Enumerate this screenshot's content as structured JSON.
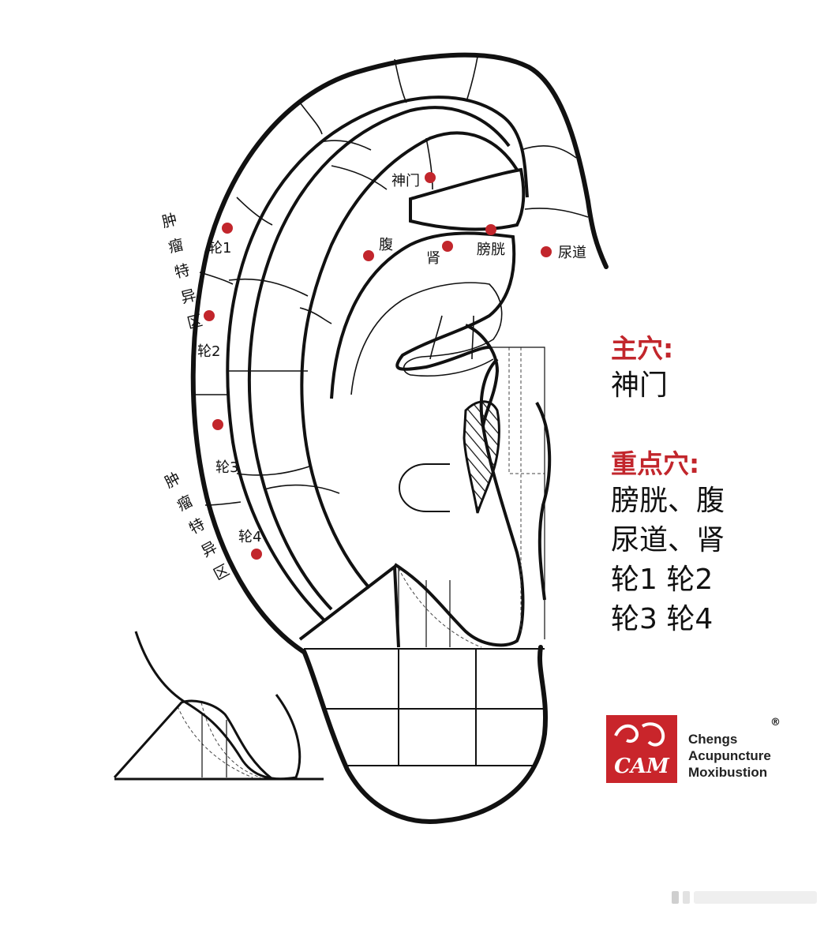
{
  "acupoints": [
    {
      "id": "shenmen",
      "label": "神门"
    },
    {
      "id": "fu",
      "label": "腹"
    },
    {
      "id": "shen",
      "label": "肾"
    },
    {
      "id": "pangguang",
      "label": "膀胱"
    },
    {
      "id": "niaodao",
      "label": "尿道"
    },
    {
      "id": "lun1",
      "label": "轮1"
    },
    {
      "id": "lun2",
      "label": "轮2"
    },
    {
      "id": "lun3",
      "label": "轮3"
    },
    {
      "id": "lun4",
      "label": "轮4"
    }
  ],
  "side_labels": {
    "upper": [
      "肿",
      "瘤",
      "特",
      "异",
      "区"
    ],
    "lower": [
      "肿",
      "瘤",
      "特",
      "异",
      "区"
    ]
  },
  "legend": {
    "main_heading": "主穴:",
    "main_points": "神门",
    "key_heading": "重点穴:",
    "key_lines": [
      "膀胱、腹",
      "尿道、肾",
      "轮1  轮2",
      "轮3  轮4"
    ]
  },
  "logo": {
    "mark": "CAM",
    "words": [
      "Chengs",
      "Acupuncture",
      "Moxibustion"
    ],
    "registered": "®"
  },
  "colors": {
    "point_red": "#c2262c",
    "heading_red": "#c2262c",
    "logo_red": "#c9252b",
    "outline": "#111111"
  }
}
